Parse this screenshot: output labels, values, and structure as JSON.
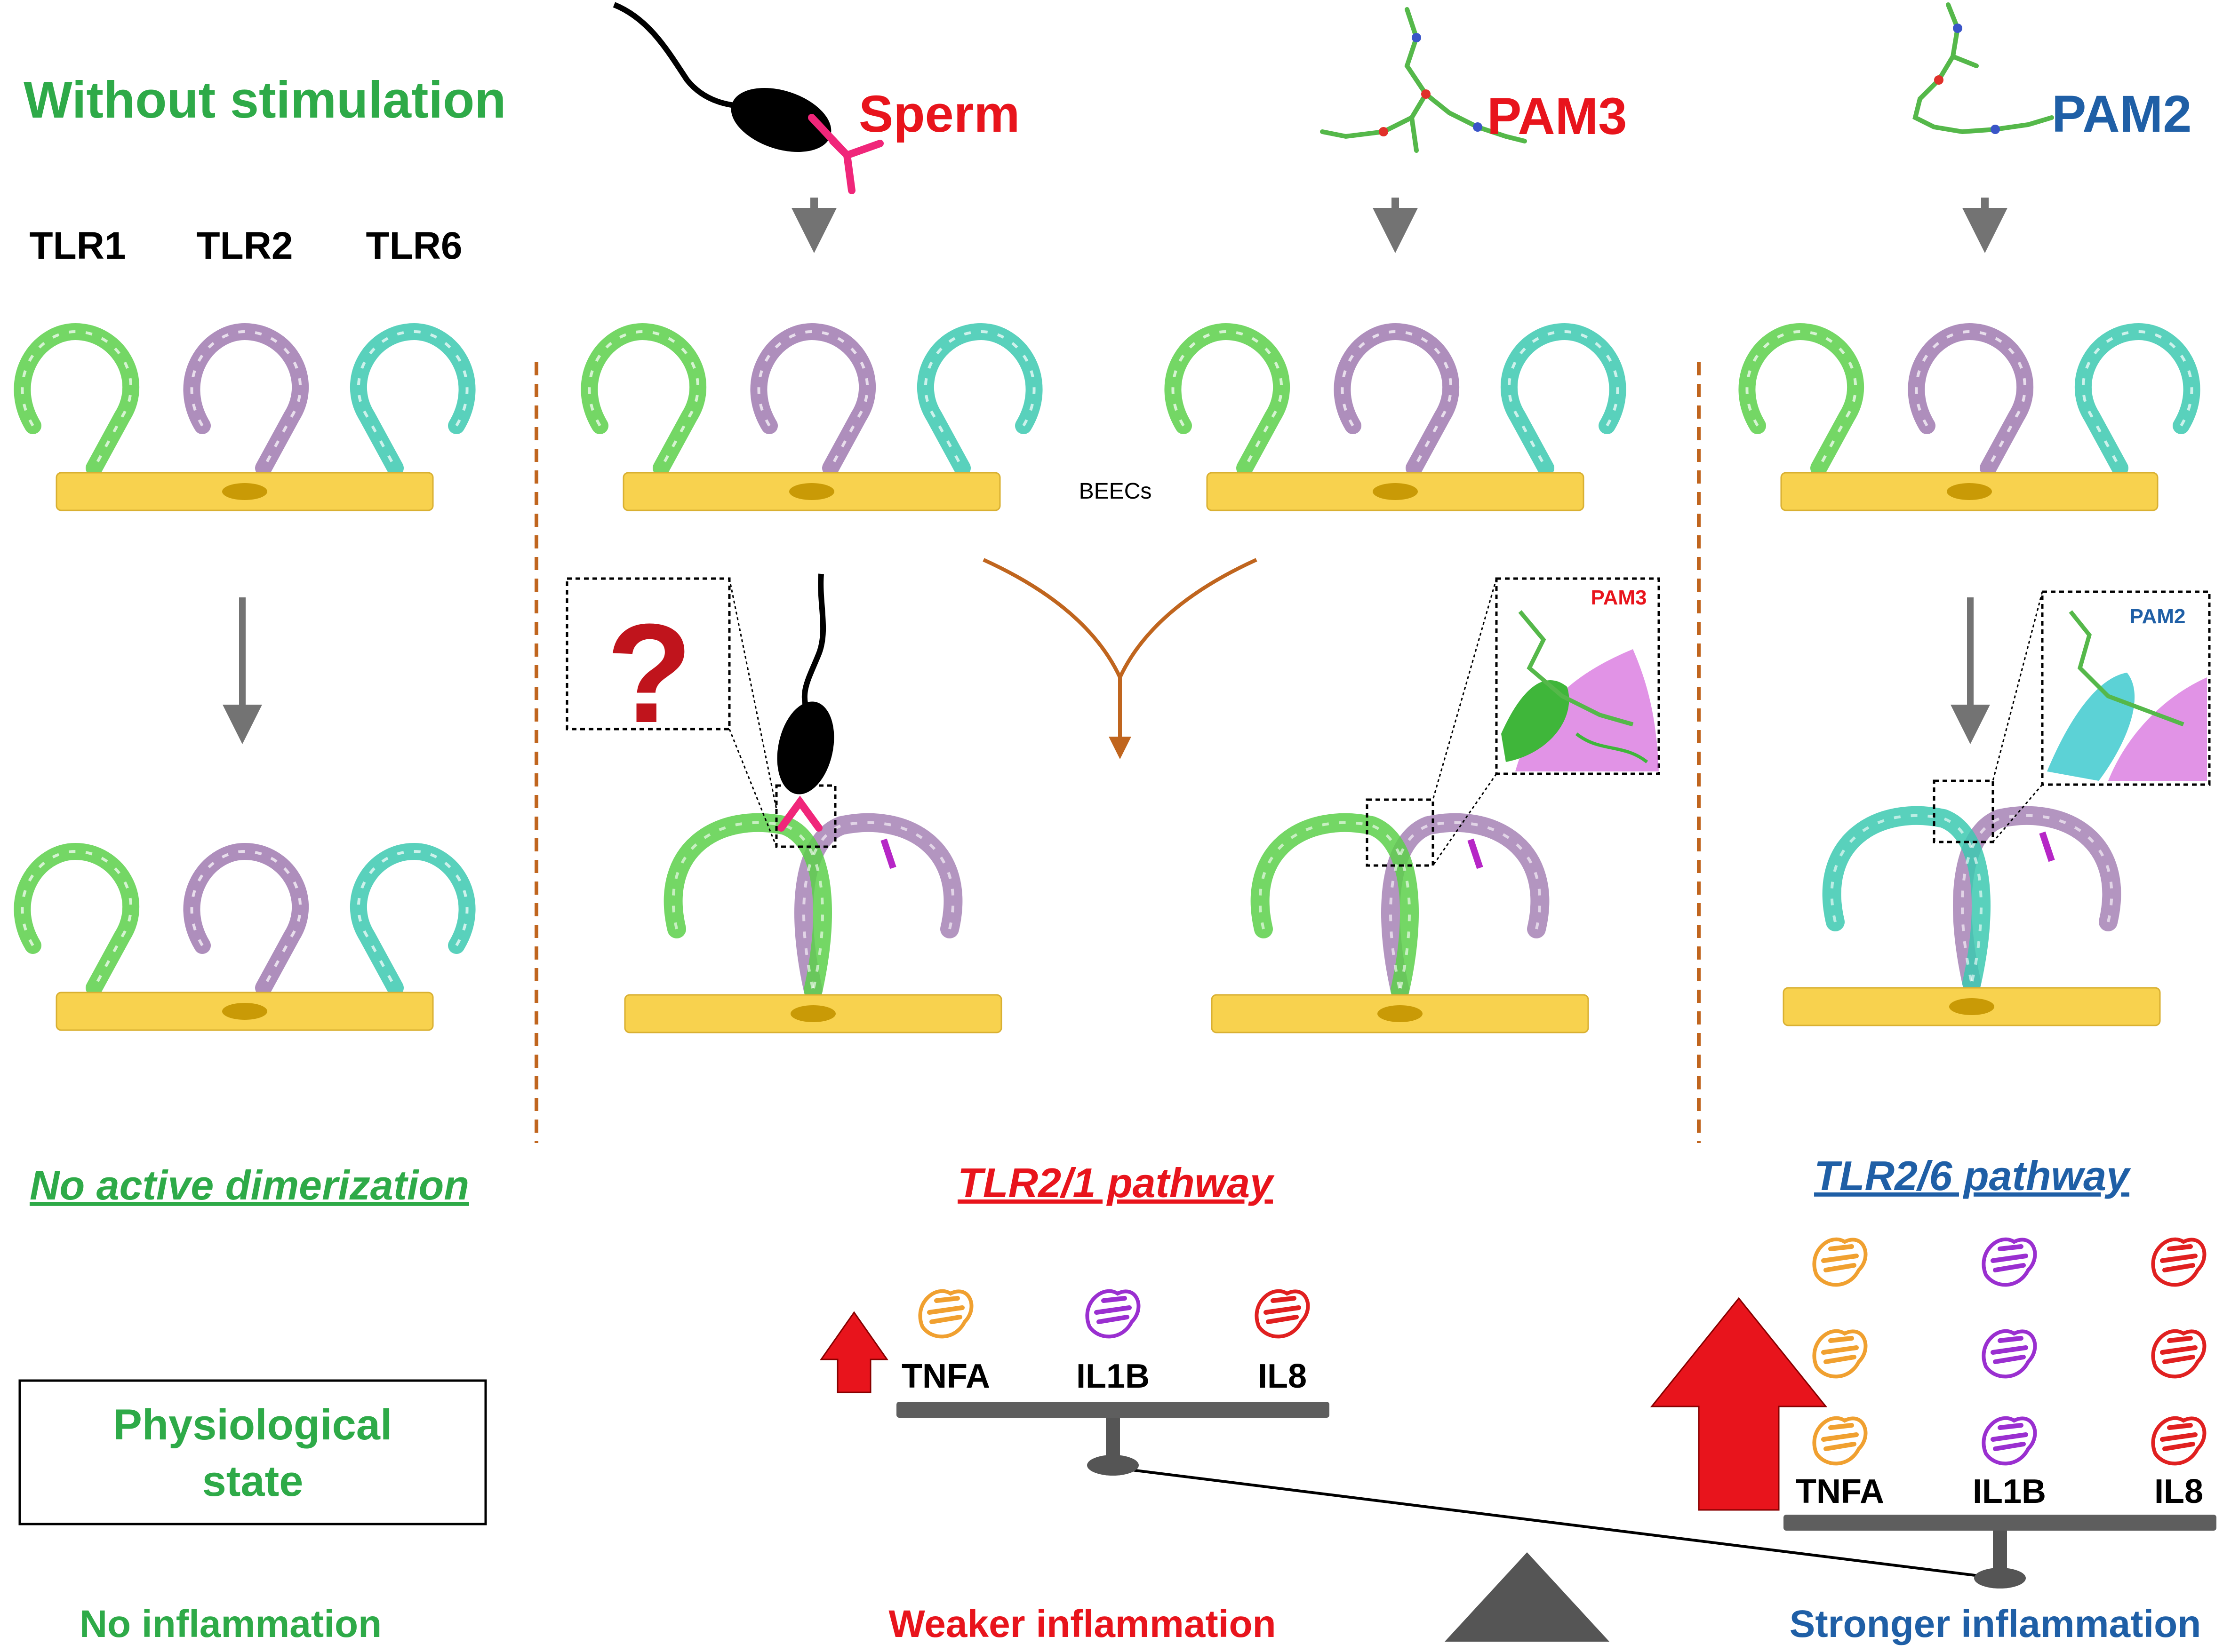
{
  "column_titles": {
    "control": "Without stimulation",
    "sperm": "Sperm",
    "pam3": "PAM3",
    "pam2": "PAM2"
  },
  "receptors": [
    "TLR1",
    "TLR2",
    "TLR6"
  ],
  "cell_label": "BEECs",
  "unknown_mark": "?",
  "inset_labels": {
    "pam3": "PAM3",
    "pam2": "PAM2"
  },
  "pathways": {
    "control": "No active dimerization",
    "tlr21": "TLR2/1 pathway",
    "tlr26": "TLR2/6 pathway"
  },
  "physiological_state": [
    "Physiological",
    "state"
  ],
  "cytokines": [
    "TNFA",
    "IL1B",
    "IL8"
  ],
  "outcomes": {
    "none": "No inflammation",
    "weaker": "Weaker inflammation",
    "stronger": "Stronger inflammation"
  },
  "colors": {
    "green": "#2eaa48",
    "red": "#e8141c",
    "blue": "#1f5fa6",
    "tlr1": "#5cd04a",
    "tlr2": "#a07ab0",
    "tlr2_accent": "#b626c6",
    "tlr6": "#3cc9b0",
    "cell": "#f8d24e",
    "nucleus": "#c99a06",
    "divider": "#c0651e",
    "arrow": "#737373",
    "tnfa": "#f0a030",
    "il1b": "#9a2fd0",
    "il8": "#e02020"
  },
  "icons": [
    "sperm-icon",
    "pam3-molecule-icon",
    "pam2-molecule-icon",
    "question-mark-icon",
    "red-up-arrow-icon",
    "balance-scale-icon"
  ]
}
